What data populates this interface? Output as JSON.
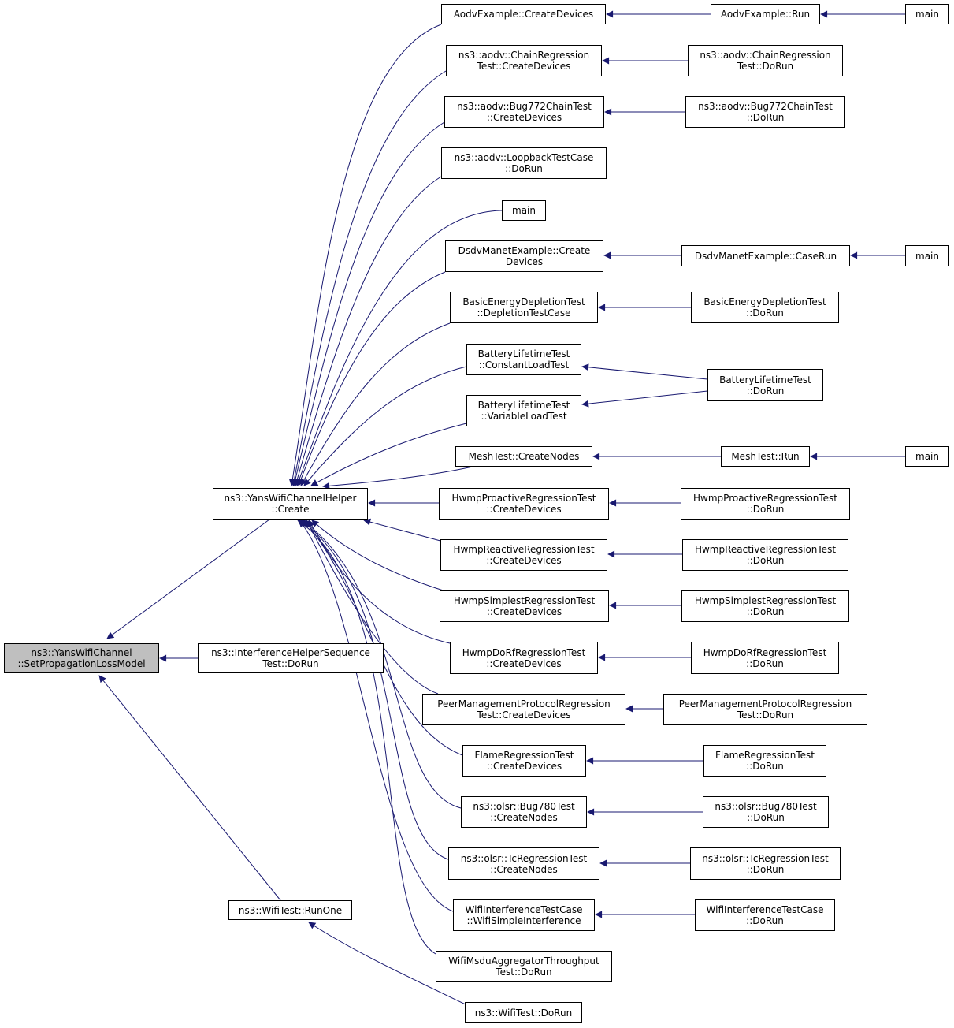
{
  "colors": {
    "edge": "#191970",
    "root_fill": "#bfbfbf",
    "node_fill": "#ffffff",
    "node_border": "#000000"
  },
  "nodes": {
    "root": [
      "ns3::YansWifiChannel",
      "::SetPropagationLossModel"
    ],
    "yans_helper_create": [
      "ns3::YansWifiChannelHelper",
      "::Create"
    ],
    "interference_dorun": [
      "ns3::InterferenceHelperSequence",
      "Test::DoRun"
    ],
    "wifitest_runone": [
      "ns3::WifiTest::RunOne"
    ],
    "aodv_createdevices": [
      "AodvExample::CreateDevices"
    ],
    "aodv_run": [
      "AodvExample::Run"
    ],
    "aodv_main": [
      "main"
    ],
    "chain_createdevices": [
      "ns3::aodv::ChainRegression",
      "Test::CreateDevices"
    ],
    "chain_dorun": [
      "ns3::aodv::ChainRegression",
      "Test::DoRun"
    ],
    "bug772_createdevices": [
      "ns3::aodv::Bug772ChainTest",
      "::CreateDevices"
    ],
    "bug772_dorun": [
      "ns3::aodv::Bug772ChainTest",
      "::DoRun"
    ],
    "loopback_dorun": [
      "ns3::aodv::LoopbackTestCase",
      "::DoRun"
    ],
    "main_direct": [
      "main"
    ],
    "dsdv_createdevices": [
      "DsdvManetExample::Create",
      "Devices"
    ],
    "dsdv_caserun": [
      "DsdvManetExample::CaseRun"
    ],
    "dsdv_main": [
      "main"
    ],
    "energy_depletion": [
      "BasicEnergyDepletionTest",
      "::DepletionTestCase"
    ],
    "energy_dorun": [
      "BasicEnergyDepletionTest",
      "::DoRun"
    ],
    "battery_constant": [
      "BatteryLifetimeTest",
      "::ConstantLoadTest"
    ],
    "battery_variable": [
      "BatteryLifetimeTest",
      "::VariableLoadTest"
    ],
    "battery_dorun": [
      "BatteryLifetimeTest",
      "::DoRun"
    ],
    "mesh_createnodes": [
      "MeshTest::CreateNodes"
    ],
    "mesh_run": [
      "MeshTest::Run"
    ],
    "mesh_main": [
      "main"
    ],
    "hwmp_proactive_cd": [
      "HwmpProactiveRegressionTest",
      "::CreateDevices"
    ],
    "hwmp_proactive_dr": [
      "HwmpProactiveRegressionTest",
      "::DoRun"
    ],
    "hwmp_reactive_cd": [
      "HwmpReactiveRegressionTest",
      "::CreateDevices"
    ],
    "hwmp_reactive_dr": [
      "HwmpReactiveRegressionTest",
      "::DoRun"
    ],
    "hwmp_simplest_cd": [
      "HwmpSimplestRegressionTest",
      "::CreateDevices"
    ],
    "hwmp_simplest_dr": [
      "HwmpSimplestRegressionTest",
      "::DoRun"
    ],
    "hwmp_dorf_cd": [
      "HwmpDoRfRegressionTest",
      "::CreateDevices"
    ],
    "hwmp_dorf_dr": [
      "HwmpDoRfRegressionTest",
      "::DoRun"
    ],
    "peer_cd": [
      "PeerManagementProtocolRegression",
      "Test::CreateDevices"
    ],
    "peer_dr": [
      "PeerManagementProtocolRegression",
      "Test::DoRun"
    ],
    "flame_cd": [
      "FlameRegressionTest",
      "::CreateDevices"
    ],
    "flame_dr": [
      "FlameRegressionTest",
      "::DoRun"
    ],
    "olsr_bug780_cn": [
      "ns3::olsr::Bug780Test",
      "::CreateNodes"
    ],
    "olsr_bug780_dr": [
      "ns3::olsr::Bug780Test",
      "::DoRun"
    ],
    "olsr_tc_cn": [
      "ns3::olsr::TcRegressionTest",
      "::CreateNodes"
    ],
    "olsr_tc_dr": [
      "ns3::olsr::TcRegressionTest",
      "::DoRun"
    ],
    "wifi_interf_simple": [
      "WifiInterferenceTestCase",
      "::WifiSimpleInterference"
    ],
    "wifi_interf_dorun": [
      "WifiInterferenceTestCase",
      "::DoRun"
    ],
    "msdu_dorun": [
      "WifiMsduAggregatorThroughput",
      "Test::DoRun"
    ],
    "wifitest_dorun": [
      "ns3::WifiTest::DoRun"
    ]
  }
}
